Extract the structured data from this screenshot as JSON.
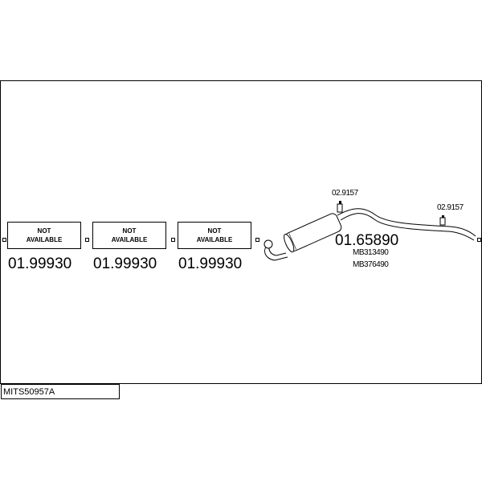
{
  "diagram": {
    "boxes": [
      {
        "label": "NOT\nAVAILABLE",
        "part_number": "01.99930"
      },
      {
        "label": "NOT\nAVAILABLE",
        "part_number": "01.99930"
      },
      {
        "label": "NOT\nAVAILABLE",
        "part_number": "01.99930"
      }
    ],
    "muffler": {
      "part_number": "01.65890",
      "refs": [
        "MB313490",
        "MB376490"
      ]
    },
    "clamps": [
      {
        "part_number": "02.9157"
      },
      {
        "part_number": "02.9157"
      }
    ],
    "model_code": "MITS50957A"
  }
}
